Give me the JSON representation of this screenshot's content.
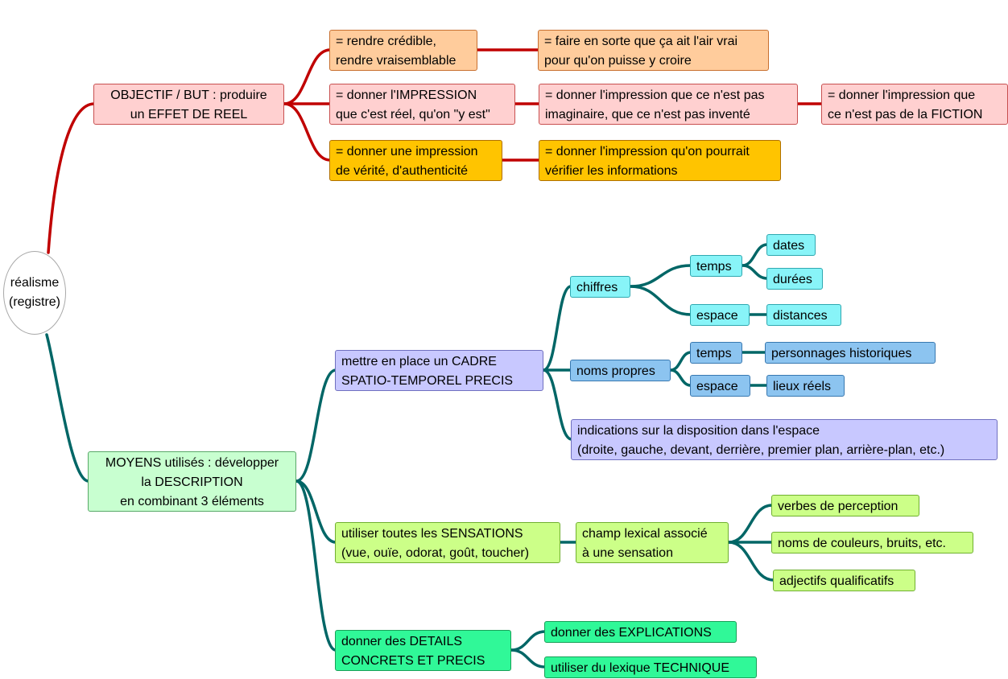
{
  "colors": {
    "red_branch": "#c00000",
    "teal_branch": "#006666"
  },
  "root": {
    "line1": "réalisme",
    "line2": "(registre)"
  },
  "objectif": {
    "main": {
      "l1": "OBJECTIF / BUT : produire",
      "l2": "un EFFET DE REEL"
    },
    "credible": {
      "l1": "= rendre crédible,",
      "l2": "rendre vraisemblable"
    },
    "credible_child": {
      "l1": "= faire en sorte que ça ait l'air vrai",
      "l2": "pour qu'on puisse y croire"
    },
    "impression": {
      "l1": "= donner l'IMPRESSION",
      "l2": "que c'est réel, qu'on \"y est\""
    },
    "impression_child": {
      "l1": "= donner l'impression que ce n'est pas",
      "l2": "imaginaire, que ce n'est pas inventé"
    },
    "impression_grandchild": {
      "l1": "= donner l'impression que",
      "l2": "ce n'est pas de la FICTION"
    },
    "verite": {
      "l1": "= donner une impression",
      "l2": "de vérité, d'authenticité"
    },
    "verite_child": {
      "l1": "= donner l'impression qu'on pourrait",
      "l2": "vérifier les informations"
    }
  },
  "moyens": {
    "main": {
      "l1": "MOYENS utilisés : développer",
      "l2": "la DESCRIPTION",
      "l3": "en combinant 3 éléments"
    },
    "cadre": {
      "l1": "mettre en place un CADRE",
      "l2": "SPATIO-TEMPOREL PRECIS"
    },
    "chiffres": "chiffres",
    "chiffres_temps": "temps",
    "dates": "dates",
    "durees": "durées",
    "chiffres_espace": "espace",
    "distances": "distances",
    "noms_propres": "noms propres",
    "np_temps": "temps",
    "personnages": "personnages historiques",
    "np_espace": "espace",
    "lieux": "lieux réels",
    "indications": {
      "l1": "indications sur la disposition dans l'espace",
      "l2": "(droite, gauche, devant, derrière, premier plan, arrière-plan, etc.)"
    },
    "sensations": {
      "l1": "utiliser toutes les SENSATIONS",
      "l2": "(vue, ouïe, odorat, goût, toucher)"
    },
    "champ": {
      "l1": "champ lexical associé",
      "l2": "à une sensation"
    },
    "verbes": "verbes de perception",
    "noms_couleurs": "noms de couleurs, bruits, etc.",
    "adjectifs": "adjectifs qualificatifs",
    "details": {
      "l1": "donner des DETAILS",
      "l2": "CONCRETS ET PRECIS"
    },
    "explications": "donner des EXPLICATIONS",
    "lexique": "utiliser du lexique TECHNIQUE"
  }
}
